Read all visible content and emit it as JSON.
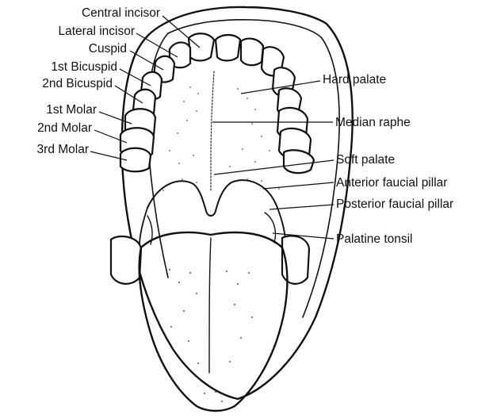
{
  "diagram": {
    "labels": {
      "central_incisor": "Central incisor",
      "lateral_incisor": "Lateral incisor",
      "cuspid": "Cuspid",
      "first_bicuspid": "1st Bicuspid",
      "second_bicuspid": "2nd Bicuspid",
      "first_molar": "1st Molar",
      "second_molar": "2nd Molar",
      "third_molar": "3rd Molar",
      "hard_palate": "Hard palate",
      "median_raphe": "Median raphe",
      "soft_palate": "Soft palate",
      "anterior_faucial_pillar": "Anterior faucial pillar",
      "posterior_faucial_pillar": "Posterior faucial pillar",
      "palatine_tonsil": "Palatine tonsil"
    }
  }
}
